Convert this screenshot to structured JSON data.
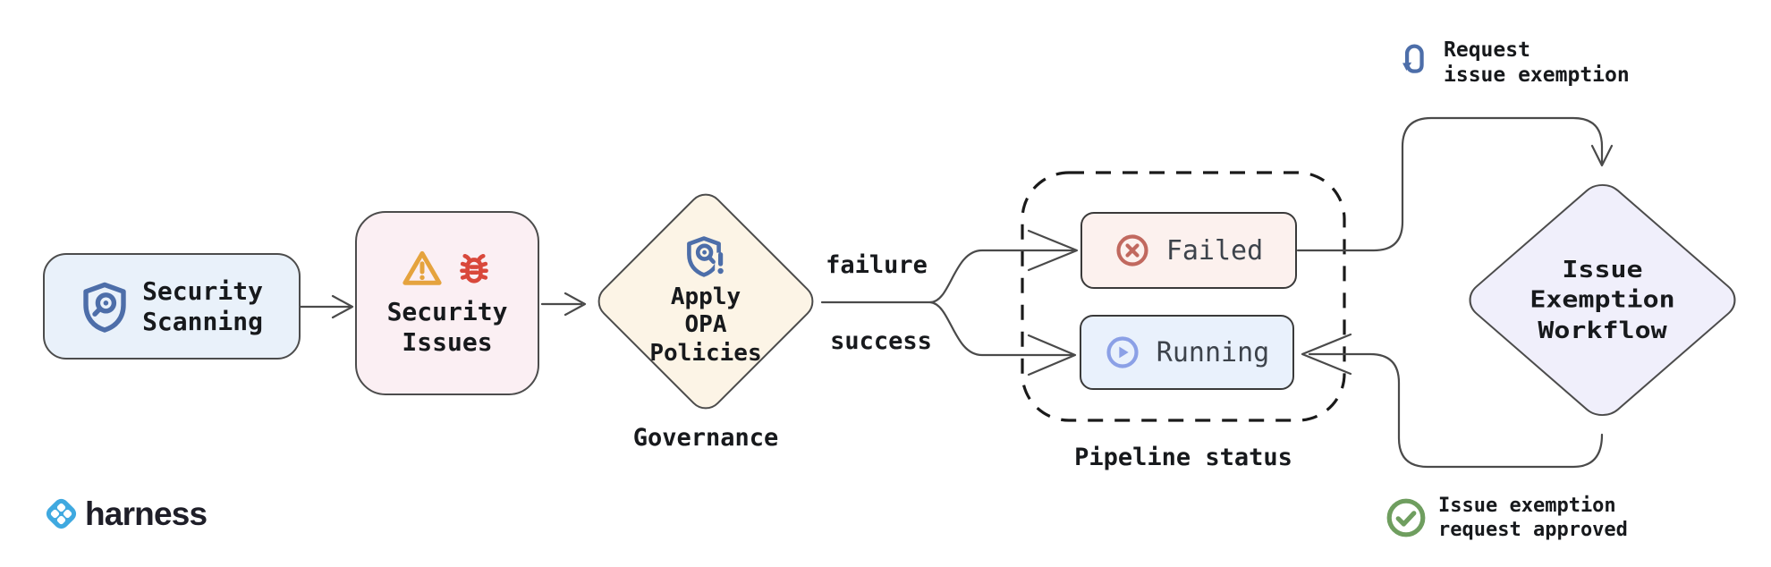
{
  "nodes": {
    "security_scanning": {
      "line1": "Security",
      "line2": "Scanning",
      "icon": "shield-search-icon",
      "bg": "#e9f1fa"
    },
    "security_issues": {
      "line1": "Security",
      "line2": "Issues",
      "icons": [
        "warning-triangle-icon",
        "bug-icon"
      ],
      "bg": "#fbeff3"
    },
    "apply_opa_policies": {
      "line1": "Apply",
      "line2": "OPA Policies",
      "icon": "shield-magnifier-alert-icon",
      "bg": "#fcf4e6"
    },
    "failed": {
      "label": "Failed",
      "icon": "x-circle-icon",
      "bg": "#fcf1ee"
    },
    "running": {
      "label": "Running",
      "icon": "play-circle-icon",
      "bg": "#e9f1fc"
    },
    "issue_exemption_workflow": {
      "line1": "Issue",
      "line2": "Exemption",
      "line3": "Workflow",
      "bg": "#f0effb"
    }
  },
  "edge_labels": {
    "failure": "failure",
    "success": "success"
  },
  "captions": {
    "governance": "Governance",
    "pipeline_status": "Pipeline status"
  },
  "annotations": {
    "request_issue_exemption": {
      "icon": "tap-gesture-icon",
      "line1": "Request",
      "line2": "issue exemption"
    },
    "issue_exemption_approved": {
      "icon": "check-circle-icon",
      "line1": "Issue exemption",
      "line2": "request approved"
    }
  },
  "logo": {
    "icon": "harness-diamond-icon",
    "wordmark": "harness"
  },
  "colors": {
    "background": "#ffffff",
    "connector": "#4a4a4a",
    "dashed_border": "#1a1a1a",
    "label_text": "#17191c",
    "status_text": "#3d434b",
    "icon_blue": "#4d6ea9",
    "icon_orange": "#e5a33e",
    "icon_red": "#d9483b",
    "failed_icon_red": "#c1695f",
    "running_icon_blue": "#8ba0e6",
    "approved_green": "#6f9e5f",
    "logo_blue": "#3fa9e0"
  }
}
